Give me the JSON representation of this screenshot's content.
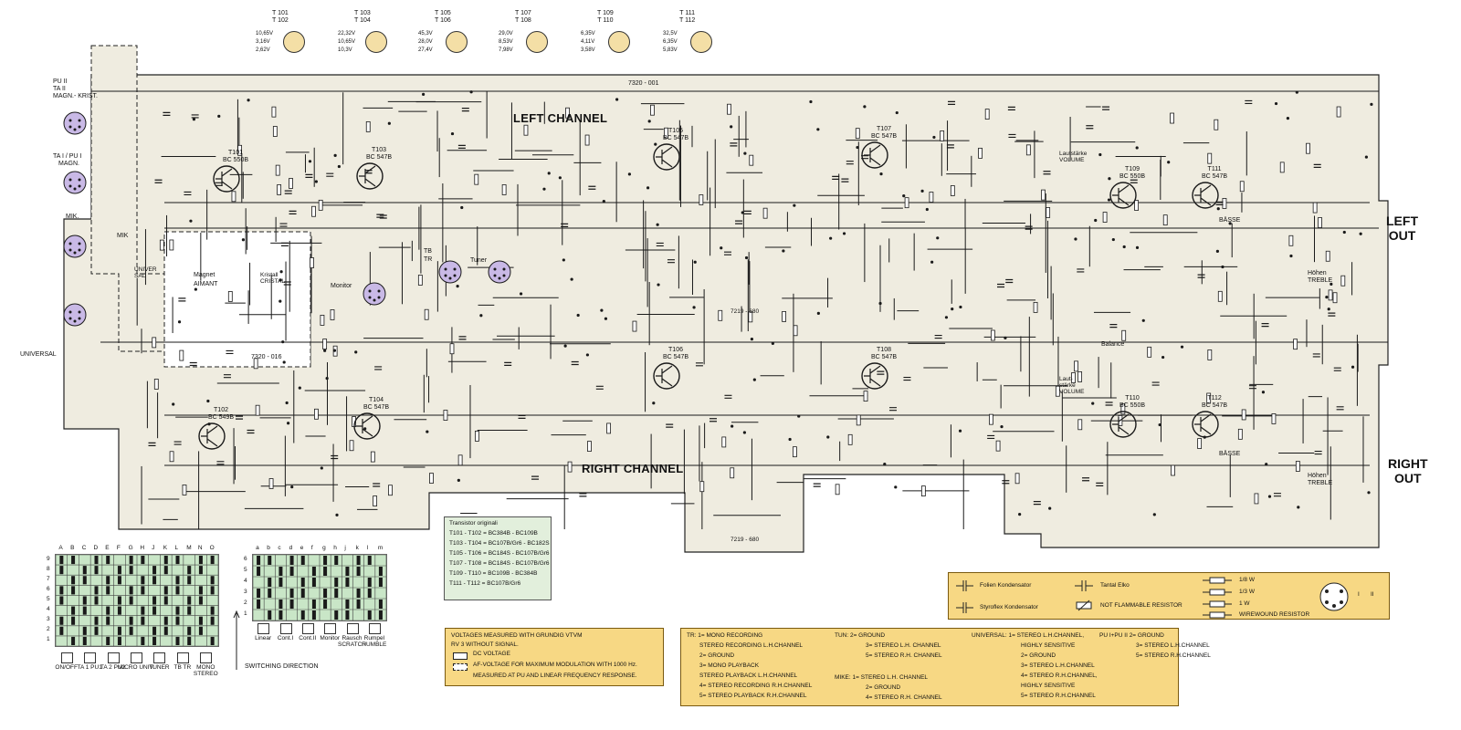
{
  "transistor_headers": [
    {
      "a": "T 101",
      "b": "T 102",
      "v": [
        "10,65V",
        "3,16V",
        "2,62V"
      ]
    },
    {
      "a": "T 103",
      "b": "T 104",
      "v": [
        "22,32V",
        "10,65V",
        "10,3V"
      ]
    },
    {
      "a": "T 105",
      "b": "T 106",
      "v": [
        "45,3V",
        "28,0V",
        "27,4V"
      ]
    },
    {
      "a": "T 107",
      "b": "T 108",
      "v": [
        "29,0V",
        "8,53V",
        "7,98V"
      ]
    },
    {
      "a": "T 109",
      "b": "T 110",
      "v": [
        "6,35V",
        "4,11V",
        "3,58V"
      ]
    },
    {
      "a": "T 111",
      "b": "T 112",
      "v": [
        "32,5V",
        "6,35V",
        "5,83V"
      ]
    }
  ],
  "channels": {
    "left": "LEFT CHANNEL",
    "right": "RIGHT CHANNEL"
  },
  "outputs": {
    "left_1": "LEFT",
    "left_2": "OUT",
    "right_1": "RIGHT",
    "right_2": "OUT"
  },
  "board_labels": {
    "board_main": "7320 - 001",
    "board_sub": "7320 - 016",
    "coil_top": "7219 - 680",
    "coil_bottom": "7219 - 680",
    "magnet": "Magnet",
    "aimant": "AIMANT",
    "kristall": "Kristall",
    "cristal": "CRISTAL",
    "monitor": "Monitor",
    "tuner": "Tuner",
    "tb": "TB",
    "tr": "TR",
    "mik_top": "MIK.",
    "mik": "MIK",
    "universal": "UNIVERSAL",
    "universal_small": "UNIVER SAL",
    "pu_ii": "PU II",
    "ta_ii": "TA II",
    "magn_krist": "MAGN.- KRIST.",
    "ta_pu": "TA I / PU I",
    "magn": "MAGN.",
    "balance": "Balance",
    "bass_l": "BÄSSE",
    "bass_r": "BÄSSE",
    "treble_l_1": "Höhen",
    "treble_l_2": "TREBLE",
    "treble_r_1": "Höhen",
    "treble_r_2": "TREBLE",
    "volume_l": "Lautstärke VOLUME",
    "volume_r": "Laut- stärke VOLUME"
  },
  "transistors": [
    {
      "id": "T101",
      "type": "BC 550B"
    },
    {
      "id": "T103",
      "type": "BC 547B"
    },
    {
      "id": "T105",
      "type": "BC 547B"
    },
    {
      "id": "T107",
      "type": "BC 547B"
    },
    {
      "id": "T109",
      "type": "BC 550B"
    },
    {
      "id": "T111",
      "type": "BC 547B"
    },
    {
      "id": "T102",
      "type": "BC 549B"
    },
    {
      "id": "T104",
      "type": "BC 547B"
    },
    {
      "id": "T106",
      "type": "BC 547B"
    },
    {
      "id": "T108",
      "type": "BC 547B"
    },
    {
      "id": "T110",
      "type": "BC 550B"
    },
    {
      "id": "T112",
      "type": "BC 547B"
    }
  ],
  "transistor_originals": {
    "title": "Transistor originali",
    "rows": [
      "T101 - T102 = BC384B - BC109B",
      "T103 - T104 = BC107B/Gr6 - BC182S",
      "T105 - T106 = BC184S - BC107B/Gr6",
      "T107 - T108 = BC184S - BC107B/Gr6",
      "T109 - T110 = BC109B - BC384B",
      "T111 - T112 = BC107B/Gr6"
    ]
  },
  "legend": {
    "folien": "Folien Kondensator",
    "styroflex": "Styroflex Kondensator",
    "tantal": "Tantal Elko",
    "not_flammable": "NOT FLAMMABLE RESISTOR",
    "w18": "1/8 W",
    "w13": "1/3 W",
    "w1": "1 W",
    "wirewound": "WIREWOUND RESISTOR",
    "pin_i": "I",
    "pin_ii": "II"
  },
  "voltages_box": {
    "l1": "VOLTAGES MEASURED WITH GRUNDIG VTVM",
    "l2": "RV 3 WITHOUT SIGNAL.",
    "l3": "DC VOLTAGE",
    "l4": "AF-VOLTAGE FOR MAXIMUM MODULATION WITH 1000 Hz.",
    "l5": "MEASURED AT PU AND LINEAR FREQUENCY RESPONSE."
  },
  "pin_box": {
    "tr": [
      "TR: 1= MONO RECORDING",
      "STEREO RECORDING L.H.CHANNEL",
      "2= GROUND",
      "3= MONO PLAYBACK",
      "STEREO PLAYBACK L.H.CHANNEL",
      "4= STEREO RECORDING R.H.CHANNEL",
      "5= STEREO PLAYBACK R.H.CHANNEL"
    ],
    "tun": [
      "TUN: 2= GROUND",
      "3= STEREO L.H. CHANNEL",
      "5= STEREO R.H. CHANNEL"
    ],
    "mike": [
      "MIKE: 1= STEREO L.H. CHANNEL",
      "2= GROUND",
      "4= STEREO R.H. CHANNEL"
    ],
    "universal": [
      "UNIVERSAL: 1= STEREO L.H.CHANNEL,",
      "HIGHLY SENSITIVE",
      "2= GROUND",
      "3= STEREO L.H.CHANNEL",
      "4= STEREO R.H.CHANNEL,",
      "HIGHLY SENSITIVE",
      "5= STEREO R.H.CHANNEL"
    ],
    "pu": [
      "PU I+PU II 2= GROUND",
      "3= STEREO L.H.CHANNEL",
      "5= STEREO R.H.CHANNEL"
    ]
  },
  "switch_left": {
    "cols": [
      "A",
      "B",
      "C",
      "D",
      "E",
      "F",
      "G",
      "H",
      "J",
      "K",
      "L",
      "M",
      "N",
      "O"
    ],
    "rows": [
      "9",
      "8",
      "7",
      "6",
      "5",
      "4",
      "3",
      "2",
      "1"
    ],
    "buttons": [
      "ON/OFF",
      "TA 1 PU1",
      "TA 2 PU2",
      "MICRO UNIV.",
      "TUNER",
      "TB TR",
      "MONO STEREO"
    ]
  },
  "switch_right": {
    "cols": [
      "a",
      "b",
      "c",
      "d",
      "e",
      "f",
      "g",
      "h",
      "j",
      "k",
      "l",
      "m"
    ],
    "rows": [
      "6",
      "5",
      "4",
      "3",
      "2",
      "1"
    ],
    "buttons": [
      "Linear",
      "Cont.I",
      "Cont.II",
      "Monitor",
      "Rausch SCRATCH",
      "Rumpel RUMBLE"
    ],
    "direction": "SWITCHING DIRECTION"
  },
  "colors": {
    "board": "#efece0",
    "trace": "#1a1a1a",
    "green": "#c9e6c7",
    "yellow": "#f7d884",
    "ic": "#f4dfa6"
  }
}
